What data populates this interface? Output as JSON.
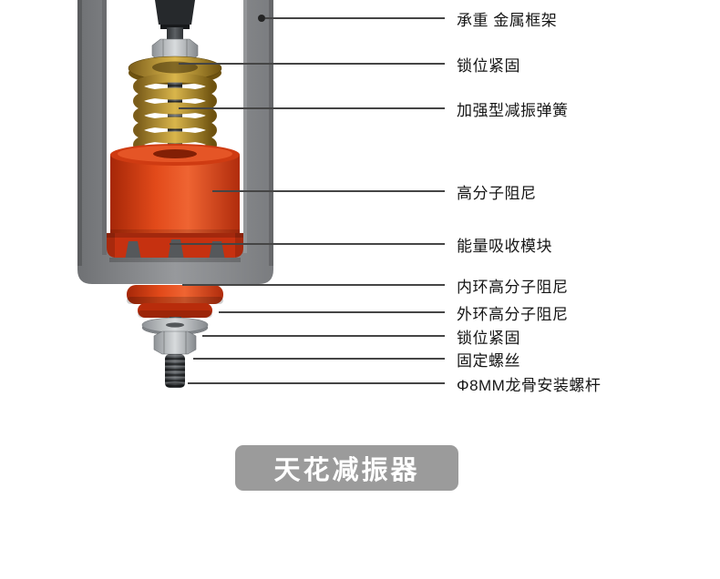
{
  "page": {
    "background": "#ffffff"
  },
  "labels": [
    {
      "text": "承重 金属框架"
    },
    {
      "text": "锁位紧固"
    },
    {
      "text": "加强型减振弹簧"
    },
    {
      "text": "高分子阻尼"
    },
    {
      "text": "能量吸收模块"
    },
    {
      "text": "内环高分子阻尼"
    },
    {
      "text": "外环高分子阻尼"
    },
    {
      "text": "锁位紧固"
    },
    {
      "text": "固定螺丝"
    },
    {
      "text": "Φ8MM龙骨安装螺杆"
    }
  ],
  "title_badge": {
    "label": "天花减振器",
    "bg_color": "#9b9b9b",
    "text_color": "#ffffff"
  },
  "illustration": {
    "name": "ceiling-vibration-damper-photo",
    "colors": {
      "frame_gray": "#8a8c8f",
      "spring_gold": "#c3a23d",
      "damper_red": "#d63a14",
      "metal_silver": "#c6c9cc",
      "bolt_dark": "#3a3d40"
    }
  }
}
